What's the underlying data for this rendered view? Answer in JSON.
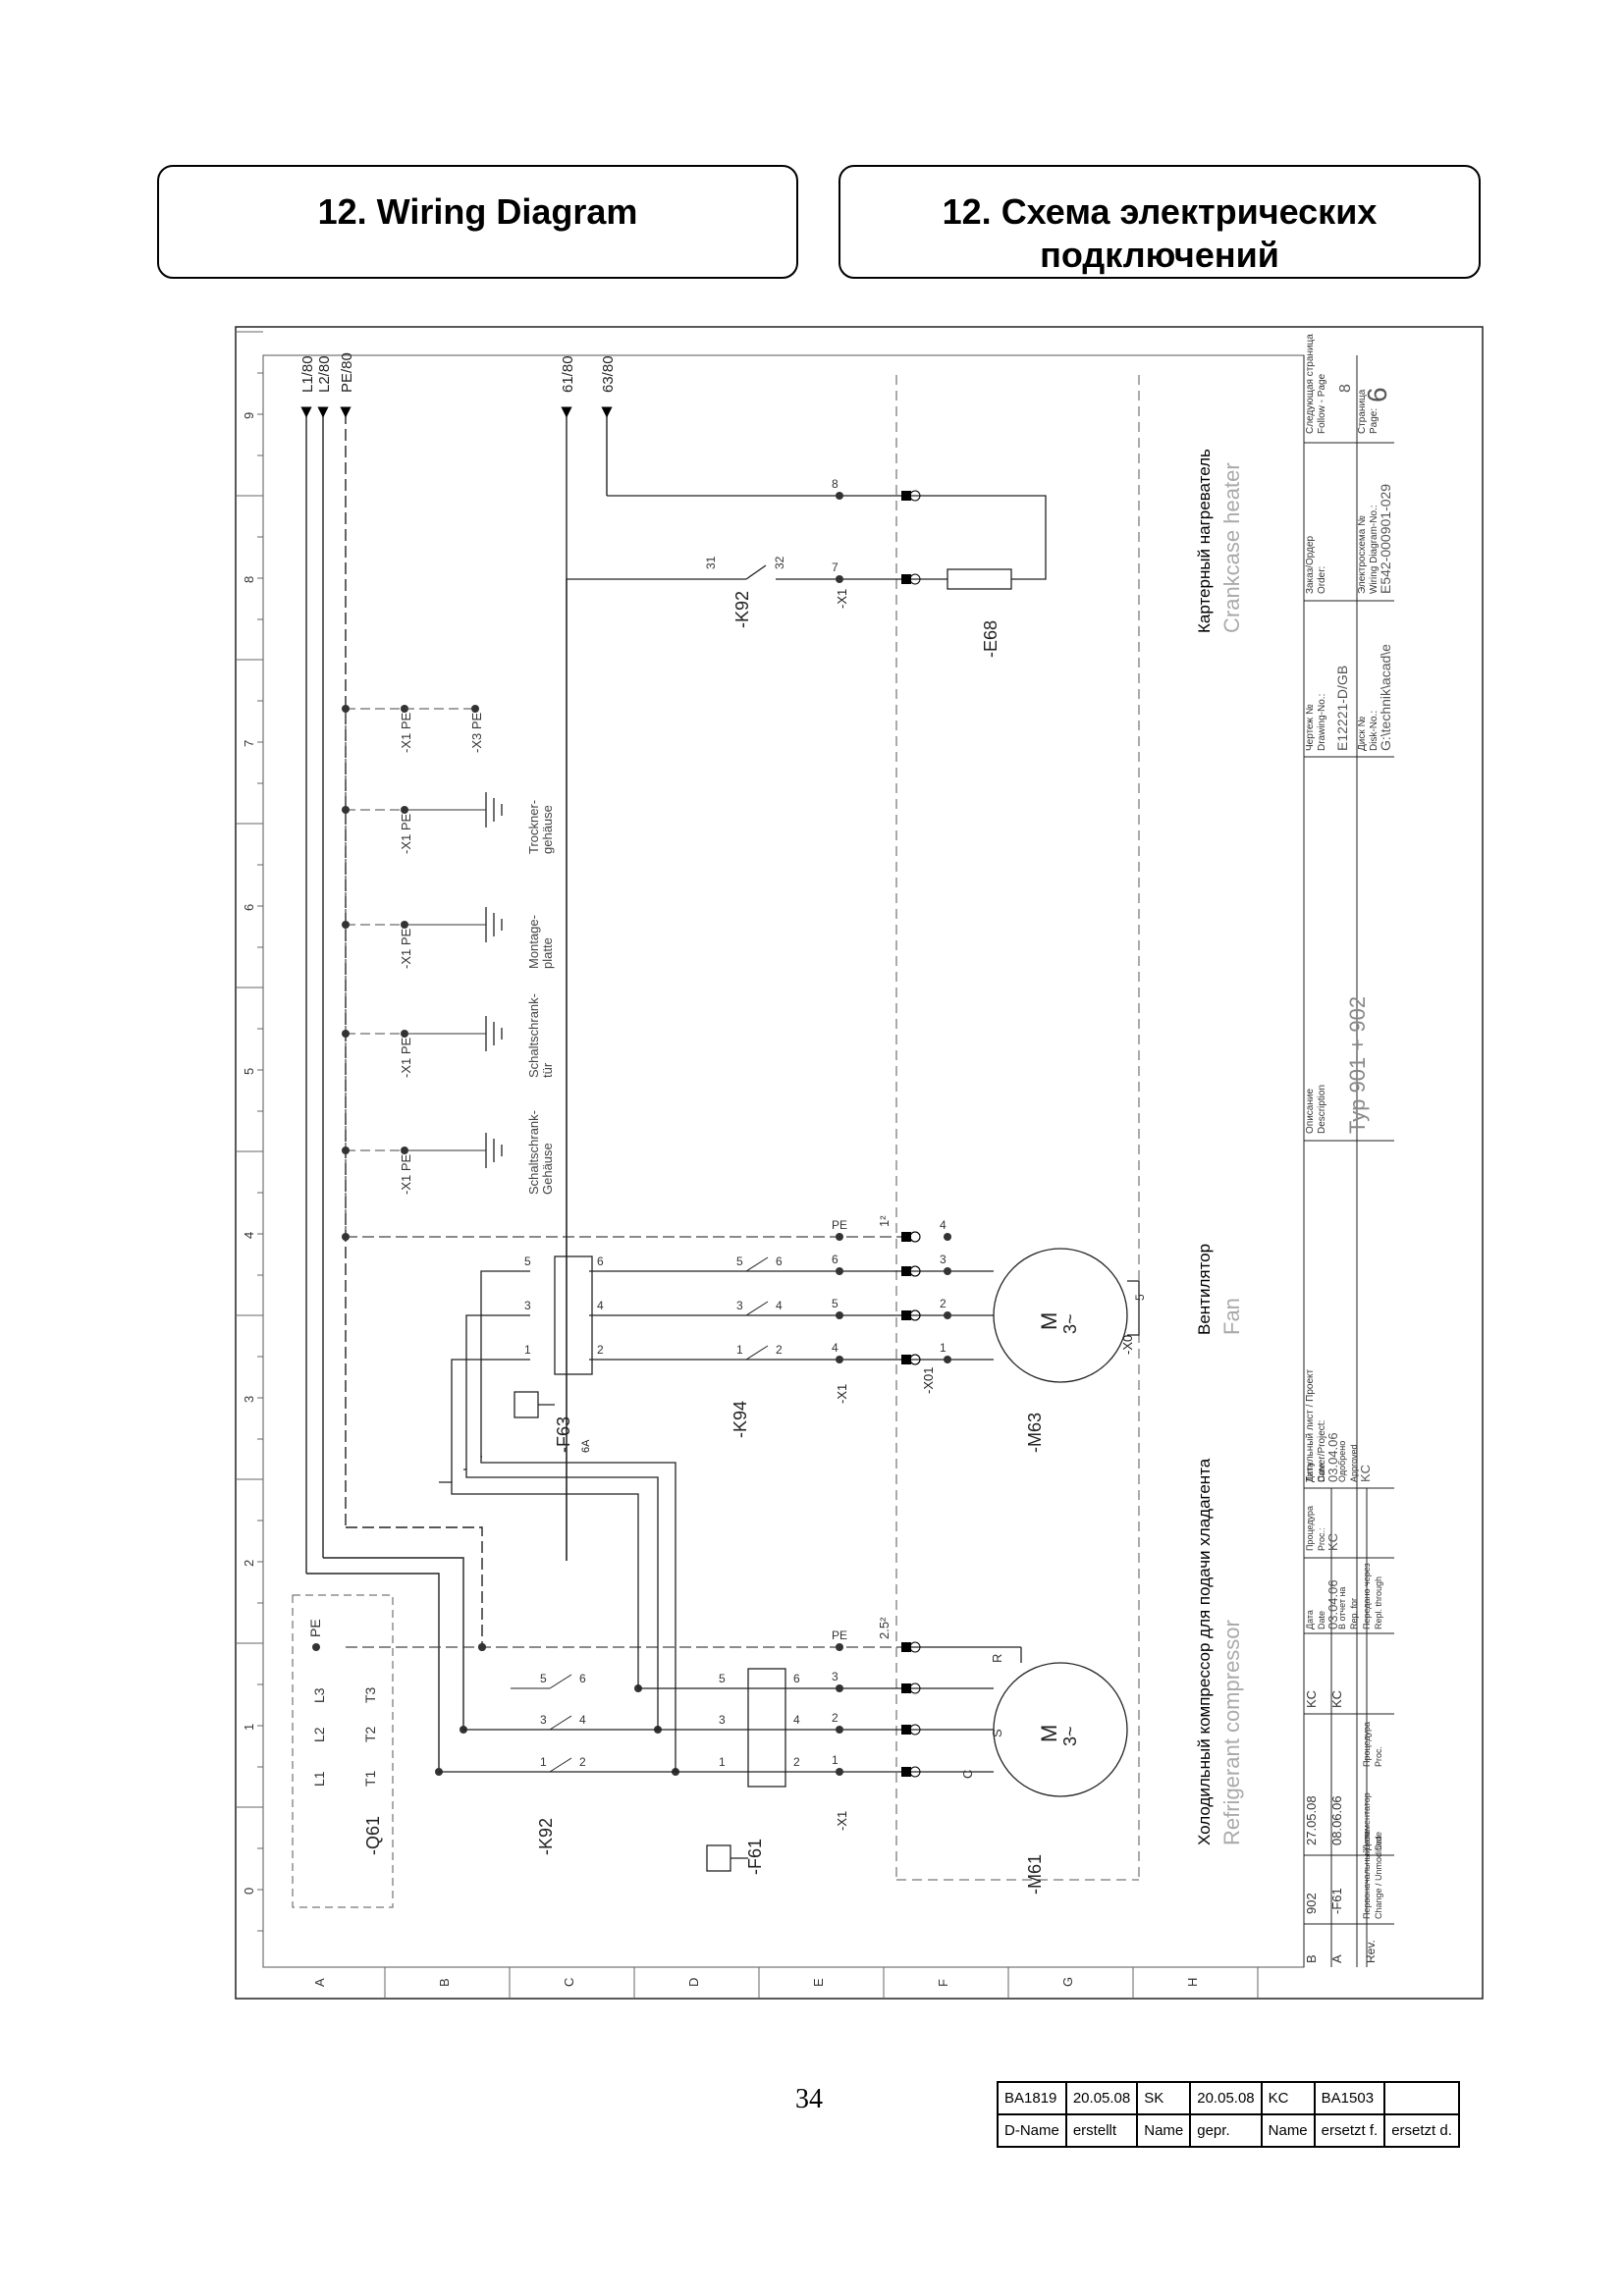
{
  "header": {
    "title_en": "12. Wiring Diagram",
    "title_ru_line1": "12. Схема электрических",
    "title_ru_line2": "подключений"
  },
  "diagram": {
    "column_numbers": [
      "0",
      "1",
      "2",
      "3",
      "4",
      "5",
      "6",
      "7",
      "8",
      "9"
    ],
    "row_letters": [
      "A",
      "B",
      "C",
      "D",
      "E",
      "F",
      "G",
      "H"
    ],
    "supply_arrows": [
      "L1/80",
      "L2/80",
      "PE/80"
    ],
    "heater_arrows": [
      "61/80",
      "63/80"
    ],
    "sections": [
      {
        "ru": "Холодильный компрессор для подачи хладагента",
        "de": "Refrigerant compressor"
      },
      {
        "ru": "Вентилятор",
        "de": "Fan"
      },
      {
        "ru": "Картерный нагреватель",
        "de": "Crankcase heater"
      }
    ],
    "devices": {
      "q61": "-Q61",
      "k92_main": "-K92",
      "f61": "-F61",
      "m61": "-M61",
      "k94": "-K94",
      "f63": "-F63",
      "f63_rating": "6A",
      "m63": "-M63",
      "k92_aux": "-K92",
      "e68": "-E68",
      "x0": "-X0",
      "x1": "-X1",
      "x3": "-X3",
      "x01": "-X01"
    },
    "q61_terminals": [
      "L1",
      "L2",
      "L3",
      "T1",
      "T2",
      "T3",
      "PE"
    ],
    "contact_numbers": [
      "1",
      "2",
      "3",
      "4",
      "5",
      "6"
    ],
    "aux_contact": [
      "31",
      "32"
    ],
    "heater_terminals": [
      "7",
      "8"
    ],
    "fan_terminals": [
      "1",
      "2",
      "3",
      "4",
      "5"
    ],
    "motor_text": [
      "M",
      "3~"
    ],
    "winding_labels": [
      "C",
      "S",
      "R"
    ],
    "cable_marks": [
      "2.5²",
      "1²"
    ],
    "pe": "PE",
    "ground_labels": [
      "Trockner-\ngehäuse",
      "Montage-\nplatte",
      "Schaltschrank-\ntür",
      "Schaltschrank-\nGehäuse"
    ],
    "title_block": {
      "follow_label": "Следующая страница\nFollow - Page",
      "follow_value": "8",
      "page_label": "Страница\nPage:",
      "page_value": "6",
      "order_label": "Заказ/Ордер\nOrder:",
      "wiring_label": "Электросхема №\nWiring Diagram-No.:",
      "wiring_value": "E542-000901-029",
      "drawing_label": "Чертеж №\nDrawing-No.:",
      "drawing_value": "E12221-D/GB",
      "disk_label": "Диск №\nDisk-No.:",
      "disk_value": "G:\\technik\\acad\\e",
      "description_label": "Описание\nDescription",
      "description_value": "Typ 901 + 902",
      "cover_label": "Титульный лист / Проект\nCover/Project:",
      "rows": [
        {
          "rev": "B",
          "change": "902",
          "date": "27.05.08",
          "by": "KC"
        },
        {
          "rev": "A",
          "change": "-F61",
          "date": "08.06.06",
          "by": "KC"
        }
      ],
      "rev_label": "Rev.",
      "change_label": "Первоначальный комментатор\nChange / Unmodified",
      "date_label": "Дата\nDate",
      "proc_label": "Процедура\nProc.",
      "date1_label": "Дата\nDate",
      "date1_value": "03.04.06",
      "proc1_label": "Процедура\nProc.:",
      "proc1_value": "KC",
      "rep_label": "В отчет на\nRep. for",
      "through_label": "Передано через\nRepl. through",
      "date2_label": "Дата\nDate",
      "date2_value": "03.04.06",
      "approved_label": "Одобрено\nApproved",
      "approved_value": "KC"
    }
  },
  "footer": {
    "page_number": "34",
    "revision_table": [
      [
        "BA1819",
        "20.05.08",
        "SK",
        "20.05.08",
        "KC",
        "BA1503",
        ""
      ],
      [
        "D-Name",
        "erstellt",
        "Name",
        "gepr.",
        "Name",
        "ersetzt f.",
        "ersetzt d."
      ]
    ]
  }
}
